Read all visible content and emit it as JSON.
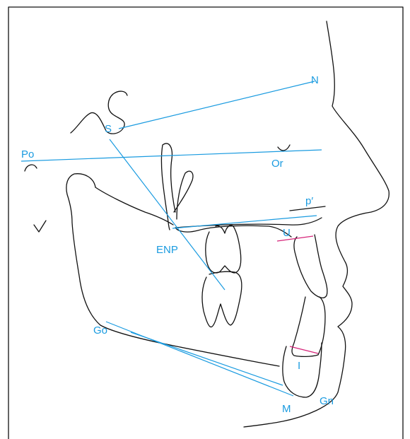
{
  "colors": {
    "line": "#1a9be0",
    "label": "#1a9be0",
    "measure": "#d6257a",
    "contour": "#111111"
  },
  "labels": {
    "N": "N",
    "S": "S",
    "Po": "Po",
    "Or": "Or",
    "p_prime": "p′",
    "U": "U",
    "ENP": "ENP",
    "Go": "Go",
    "I": "I",
    "Gn": "Gn",
    "M": "M"
  }
}
